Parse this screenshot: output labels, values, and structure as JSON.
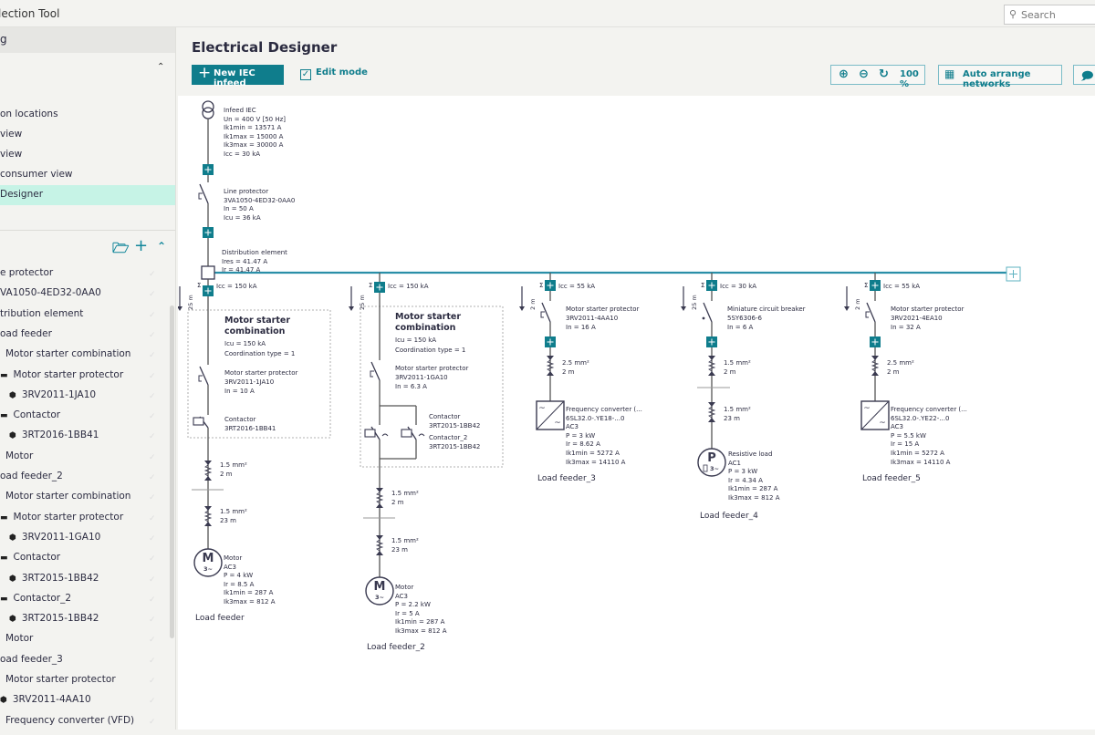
{
  "app": {
    "title": "lection Tool",
    "search_placeholder": "Search"
  },
  "sidebar": {
    "header": "g",
    "nav": [
      {
        "label": "on locations"
      },
      {
        "label": "view"
      },
      {
        "label": " view"
      },
      {
        "label": "consumer view"
      },
      {
        "label": " Designer",
        "active": true
      }
    ],
    "tree": [
      {
        "label": "e protector",
        "indent": 0,
        "icon": ""
      },
      {
        "label": "VA1050-4ED32-0AA0",
        "indent": 0,
        "icon": ""
      },
      {
        "label": "tribution element",
        "indent": 0,
        "icon": ""
      },
      {
        "label": "oad feeder",
        "indent": 0,
        "icon": ""
      },
      {
        "label": "Motor starter combination",
        "indent": 1,
        "icon": ""
      },
      {
        "label": "Motor starter protector",
        "indent": 2,
        "icon": "folder"
      },
      {
        "label": "3RV2011-1JA10",
        "indent": 3,
        "icon": "cube"
      },
      {
        "label": "Contactor",
        "indent": 2,
        "icon": "folder"
      },
      {
        "label": "3RT2016-1BB41",
        "indent": 3,
        "icon": "cube"
      },
      {
        "label": "Motor",
        "indent": 1,
        "icon": ""
      },
      {
        "label": "oad feeder_2",
        "indent": 0,
        "icon": ""
      },
      {
        "label": "Motor starter combination",
        "indent": 1,
        "icon": ""
      },
      {
        "label": "Motor starter protector",
        "indent": 2,
        "icon": "folder"
      },
      {
        "label": "3RV2011-1GA10",
        "indent": 3,
        "icon": "cube"
      },
      {
        "label": "Contactor",
        "indent": 2,
        "icon": "folder"
      },
      {
        "label": "3RT2015-1BB42",
        "indent": 3,
        "icon": "cube"
      },
      {
        "label": "Contactor_2",
        "indent": 2,
        "icon": "folder"
      },
      {
        "label": "3RT2015-1BB42",
        "indent": 3,
        "icon": "cube"
      },
      {
        "label": "Motor",
        "indent": 1,
        "icon": ""
      },
      {
        "label": "oad feeder_3",
        "indent": 0,
        "icon": ""
      },
      {
        "label": "Motor starter protector",
        "indent": 1,
        "icon": ""
      },
      {
        "label": "3RV2011-4AA10",
        "indent": 2,
        "icon": "cube"
      },
      {
        "label": "Frequency converter (VFD)",
        "indent": 1,
        "icon": ""
      }
    ]
  },
  "main": {
    "title": "Electrical Designer",
    "new_infeed_label": "New IEC infeed",
    "edit_mode_label": "Edit mode",
    "edit_mode_checked": true,
    "zoom_level": "100 %",
    "auto_arrange_label": "Auto arrange networks"
  },
  "colors": {
    "accent": "#0f7d8c",
    "busbar": "#2a8fa8",
    "active_nav": "#c6f3e6"
  },
  "diagram": {
    "infeed": [
      "Infeed IEC",
      "Un = 400 V [50 Hz]",
      "Ik1min = 13571 A",
      "Ik1max = 15000 A",
      "Ik3max = 30000 A",
      "Icc = 30 kA"
    ],
    "line_protector": [
      "Line protector",
      "3VA1050-4ED32-0AA0",
      "In = 50 A",
      "Icu = 36 kA"
    ],
    "distribution": [
      "Distribution element",
      "Ires = 41.47 A",
      "Ir = 41.47 A"
    ],
    "feeders": [
      {
        "name": "Load feeder",
        "icc": "Icc = 150 kA",
        "sigma": "Σ",
        "length": "25 m",
        "combination": {
          "title": "Motor starter combination",
          "lines": [
            "Icu = 150 kA",
            "Coordination type = 1"
          ]
        },
        "protector": [
          "Motor starter protector",
          "3RV2011-1JA10",
          "In = 10 A"
        ],
        "contactors": [
          [
            "Contactor",
            "3RT2016-1BB41"
          ]
        ],
        "cables": [
          [
            "1.5 mm²",
            "2 m"
          ],
          [
            "1.5 mm²",
            "23 m"
          ]
        ],
        "load": {
          "symbol": "motor",
          "glyph": "M",
          "sub": "3~",
          "lines": [
            "Motor",
            "AC3",
            "P = 4 kW",
            "Ir = 8.5 A",
            "Ik1min = 287 A",
            "Ik3max = 812 A"
          ]
        }
      },
      {
        "name": "Load feeder_2",
        "icc": "Icc = 150 kA",
        "sigma": "Σ",
        "length": "25 m",
        "combination": {
          "title": "Motor starter combination",
          "lines": [
            "Icu = 150 kA",
            "Coordination type = 1"
          ]
        },
        "protector": [
          "Motor starter protector",
          "3RV2011-1GA10",
          "In = 6.3 A"
        ],
        "contactors": [
          [
            "Contactor",
            "3RT2015-1BB42"
          ],
          [
            "Contactor_2",
            "3RT2015-1BB42"
          ]
        ],
        "cables": [
          [
            "1.5 mm²",
            "2 m"
          ],
          [
            "1.5 mm²",
            "23 m"
          ]
        ],
        "load": {
          "symbol": "motor",
          "glyph": "M",
          "sub": "3~",
          "lines": [
            "Motor",
            "AC3",
            "P = 2.2 kW",
            "Ir = 5 A",
            "Ik1min = 287 A",
            "Ik3max = 812 A"
          ]
        }
      },
      {
        "name": "Load feeder_3",
        "icc": "Icc = 55 kA",
        "sigma": "Σ",
        "length": "2 m",
        "protector": [
          "Motor starter protector",
          "3RV2011-4AA10",
          "In = 16 A"
        ],
        "cables": [
          [
            "2.5 mm²",
            "2 m"
          ]
        ],
        "load": {
          "symbol": "vfd",
          "glyph": "~",
          "lines": [
            "Frequency converter (...",
            "6SL32.0-.YE18-...0",
            "AC3",
            "P = 3 kW",
            "Ir = 8.62 A",
            "Ik1min = 5272 A",
            "Ik3max = 14110 A"
          ]
        }
      },
      {
        "name": "Load feeder_4",
        "icc": "Icc = 30 kA",
        "sigma": "Σ",
        "length": "25 m",
        "protector": [
          "Miniature circuit breaker",
          "5SY6306-6",
          "In = 6 A"
        ],
        "cables": [
          [
            "1.5 mm²",
            "2 m"
          ],
          [
            "1.5 mm²",
            "23 m"
          ]
        ],
        "load": {
          "symbol": "resistive",
          "glyph": "P",
          "sub": "3~",
          "lines": [
            "Resistive load",
            "AC1",
            "P = 3 kW",
            "Ir = 4.34 A",
            "Ik1min = 287 A",
            "Ik3max = 812 A"
          ]
        }
      },
      {
        "name": "Load feeder_5",
        "icc": "Icc = 55 kA",
        "sigma": "Σ",
        "length": "2 m",
        "protector": [
          "Motor starter protector",
          "3RV2021-4EA10",
          "In = 32 A"
        ],
        "cables": [
          [
            "2.5 mm²",
            "2 m"
          ]
        ],
        "load": {
          "symbol": "vfd",
          "glyph": "~",
          "lines": [
            "Frequency converter (...",
            "6SL32.0-.YE22-...0",
            "AC3",
            "P = 5.5 kW",
            "Ir = 15 A",
            "Ik1min = 5272 A",
            "Ik3max = 14110 A"
          ]
        }
      }
    ]
  }
}
